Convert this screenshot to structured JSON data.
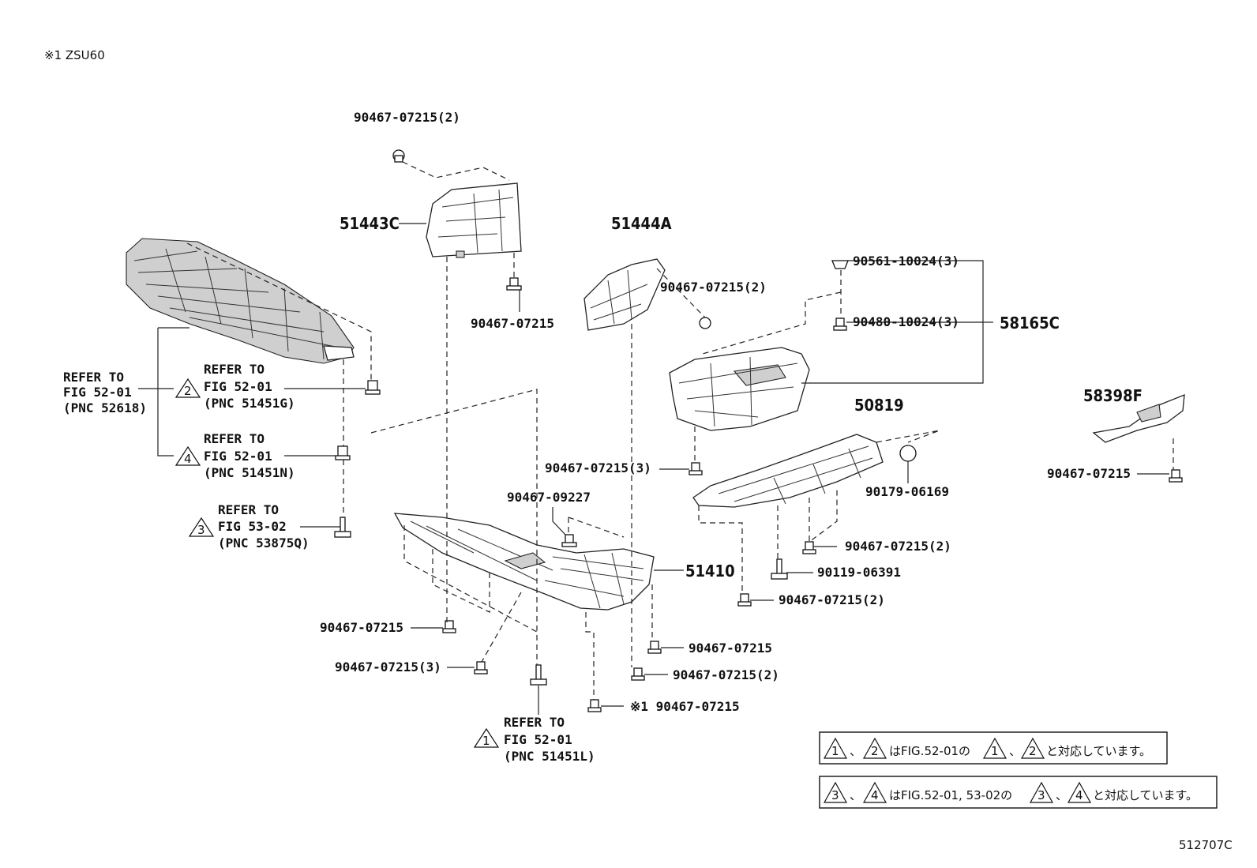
{
  "header": {
    "note": "※1  ZSU60"
  },
  "diagram_id": "512707C",
  "parts": {
    "p51443C": "51443C",
    "p51444A": "51444A",
    "p58165C": "58165C",
    "p50819": "50819",
    "p58398F": "58398F",
    "p51410": "51410"
  },
  "callouts": {
    "c1": "90467-07215(2)",
    "c2": "90467-07215",
    "c3": "90467-07215(2)",
    "c4": "90561-10024(3)",
    "c5": "90480-10024(3)",
    "c6": "90467-07215(3)",
    "c7": "90179-06169",
    "c8": "90467-07215",
    "c9": "90467-09227",
    "c10": "90467-07215(2)",
    "c11": "90119-06391",
    "c12": "90467-07215(2)",
    "c13": "90467-07215",
    "c14": "90467-07215(3)",
    "c15": "90467-07215",
    "c16": "90467-07215(2)",
    "c17": "※1  90467-07215"
  },
  "refer_blocks": {
    "left": {
      "l1": "REFER TO",
      "l2": "FIG 52-01",
      "l3": "(PNC 52618)"
    },
    "r2": {
      "mark": "2",
      "l1": "REFER TO",
      "l2": "FIG 52-01",
      "l3": "(PNC 51451G)"
    },
    "r4": {
      "mark": "4",
      "l1": "REFER TO",
      "l2": "FIG 52-01",
      "l3": "(PNC 51451N)"
    },
    "r3": {
      "mark": "3",
      "l1": "REFER TO",
      "l2": "FIG 53-02",
      "l3": "(PNC 53875Q)"
    },
    "r1": {
      "mark": "1",
      "l1": "REFER TO",
      "l2": "FIG 52-01",
      "l3": "(PNC 51451L)"
    }
  },
  "notes": {
    "n1": {
      "m1": "1",
      "sep": "、",
      "m2": "2",
      "text1": "はFIG.52-01の",
      "m3": "1",
      "sep2": "、",
      "m4": "2",
      "text2": "と対応しています。"
    },
    "n2": {
      "m1": "3",
      "sep": "、",
      "m2": "4",
      "text1": "はFIG.52-01, 53-02の",
      "m3": "3",
      "sep2": "、",
      "m4": "4",
      "text2": "と対応しています。"
    }
  }
}
